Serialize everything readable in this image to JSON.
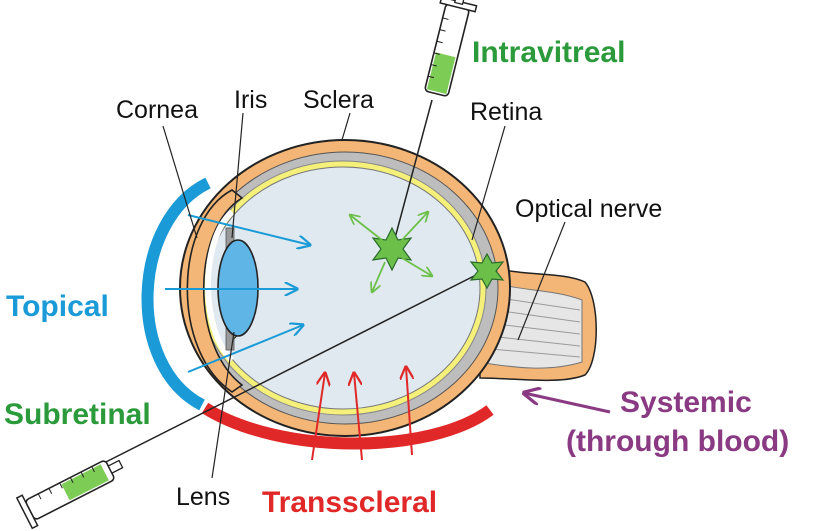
{
  "labels": {
    "cornea": "Cornea",
    "iris": "Iris",
    "sclera": "Sclera",
    "retina": "Retina",
    "optical_nerve": "Optical nerve",
    "lens": "Lens"
  },
  "routes": {
    "intravitreal": "Intravitreal",
    "topical": "Topical",
    "subretinal": "Subretinal",
    "transscleral": "Transscleral",
    "systemic_line1": "Systemic",
    "systemic_line2": "(through blood)"
  },
  "colors": {
    "topical": "#1a9ad6",
    "intravitreal": "#2a9a3a",
    "subretinal": "#2a9a3a",
    "transscleral": "#e02828",
    "systemic": "#8a3a82",
    "sclera": "#f3b676",
    "vitreous": "#dfe9ef",
    "lens": "#5fb6e6",
    "retina": "#f4f07a"
  }
}
